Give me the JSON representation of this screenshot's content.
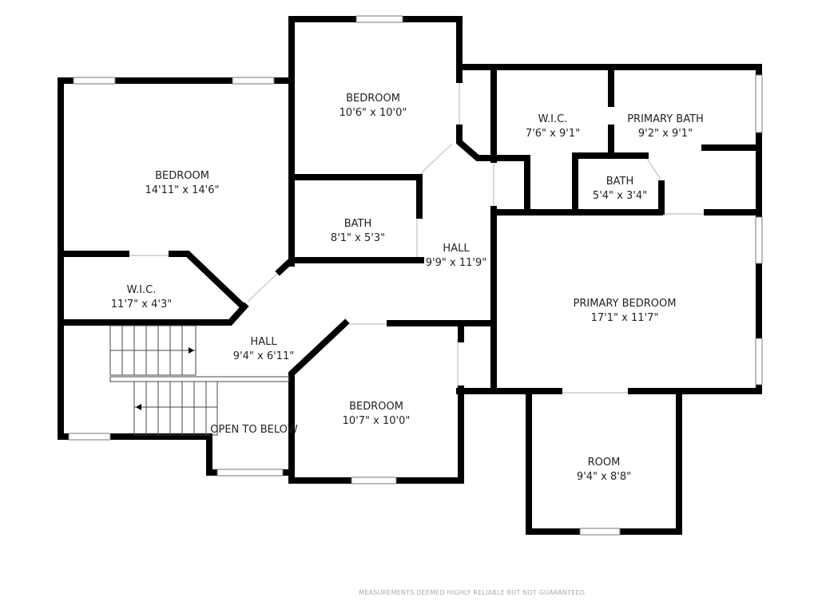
{
  "rooms": [
    {
      "name": "BEDROOM",
      "size": "14'11\" x 14'6\""
    },
    {
      "name": "BEDROOM",
      "size": "10'6\" x 10'0\""
    },
    {
      "name": "W.I.C.",
      "size": "7'6\" x 9'1\""
    },
    {
      "name": "PRIMARY BATH",
      "size": "9'2\" x 9'1\""
    },
    {
      "name": "BATH",
      "size": "5'4\" x 3'4\""
    },
    {
      "name": "BATH",
      "size": "8'1\" x 5'3\""
    },
    {
      "name": "HALL",
      "size": "9'9\" x 11'9\""
    },
    {
      "name": "W.I.C.",
      "size": "11'7\" x 4'3\""
    },
    {
      "name": "PRIMARY BEDROOM",
      "size": "17'1\" x 11'7\""
    },
    {
      "name": "HALL",
      "size": "9'4\" x 6'11\""
    },
    {
      "name": "BEDROOM",
      "size": "10'7\" x 10'0\""
    },
    {
      "name": "ROOM",
      "size": "9'4\" x 8'8\""
    }
  ],
  "open_to_below": "OPEN TO BELOW",
  "disclaimer": "MEASUREMENTS DEEMED HIGHLY RELIABLE BUT NOT GUARANTEED."
}
